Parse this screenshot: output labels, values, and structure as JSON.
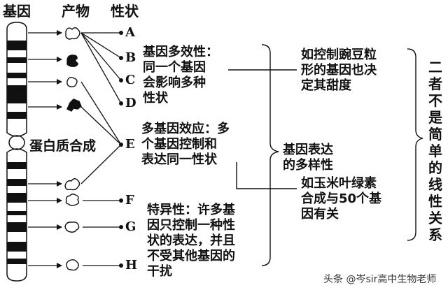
{
  "headers": {
    "gene": "基因",
    "product": "产物",
    "trait": "性状"
  },
  "trait_labels": [
    "A",
    "B",
    "C",
    "D",
    "E",
    "F",
    "G",
    "H"
  ],
  "chromosome_caption": "蛋白质合成",
  "concepts": {
    "pleiotropy": "基因多效性：\n同一个基因\n会影响多种\n性状",
    "polygenic": "多基因效应：多\n个基因控制和\n表达同一性状",
    "specificity": "特异性：许多基\n因只控制一种性\n状的表达，并且\n不受其他基因的\n干扰"
  },
  "examples": {
    "pea": "如控制豌豆粒\n形的基因也决\n定其甜度",
    "corn": "如玉米叶绿素\n合成与50个基\n因有关"
  },
  "diversity": "基因表达\n的多样性",
  "conclusion": "二者不是简单的线性关系",
  "watermark": "头条 @岑sir高中生物老师",
  "colors": {
    "ink": "#111111",
    "paper": "#ffffff"
  }
}
